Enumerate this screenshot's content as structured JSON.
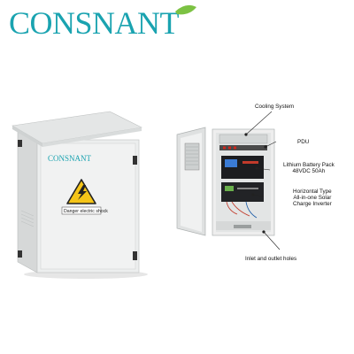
{
  "brand": {
    "logo_text": "CONSNANT",
    "badge_text": "CONSNANT",
    "accent": "#1aa3b0",
    "leaf_color": "#7cc243"
  },
  "cabinet_closed": {
    "warning_label": "Danger electric shock"
  },
  "cabinet_open": {
    "callouts": {
      "cooling": "Cooling System",
      "pdu": "PDU",
      "battery_line1": "Lithium Battery Pack",
      "battery_line2": "48VDC 50Ah",
      "inverter_line1": "Horizontal Type",
      "inverter_line2": "All-in-one Solar",
      "inverter_line3": "Charge Inverter",
      "holes": "Inlet and outlet holes"
    }
  }
}
